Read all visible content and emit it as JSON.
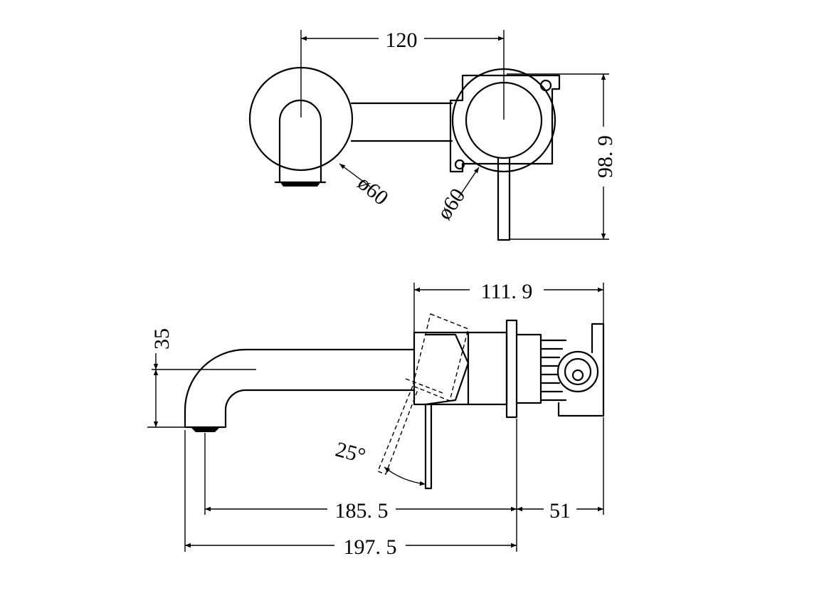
{
  "dimensions": {
    "top_width": "120",
    "top_height": "98. 9",
    "left_plate_dia": "ø60",
    "right_plate_dia": "ø60",
    "side_depth": "111. 9",
    "spout_height": "35",
    "lever_angle": "25°",
    "spout_reach": "185. 5",
    "wall_depth": "51",
    "total_length": "197. 5"
  }
}
